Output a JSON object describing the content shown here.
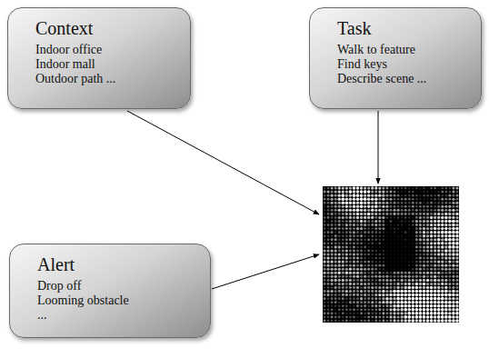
{
  "diagram": {
    "nodes": [
      {
        "text": [
          "Context",
          "Indoor office",
          "Indoor mall",
          "Outdoor path ..."
        ]
      },
      {
        "text": [
          "Task",
          "Walk to feature",
          "Find keys",
          "Describe scene ..."
        ]
      },
      {
        "text": [
          "Alert",
          "Drop off",
          "Looming obstacle",
          "..."
        ]
      }
    ]
  }
}
